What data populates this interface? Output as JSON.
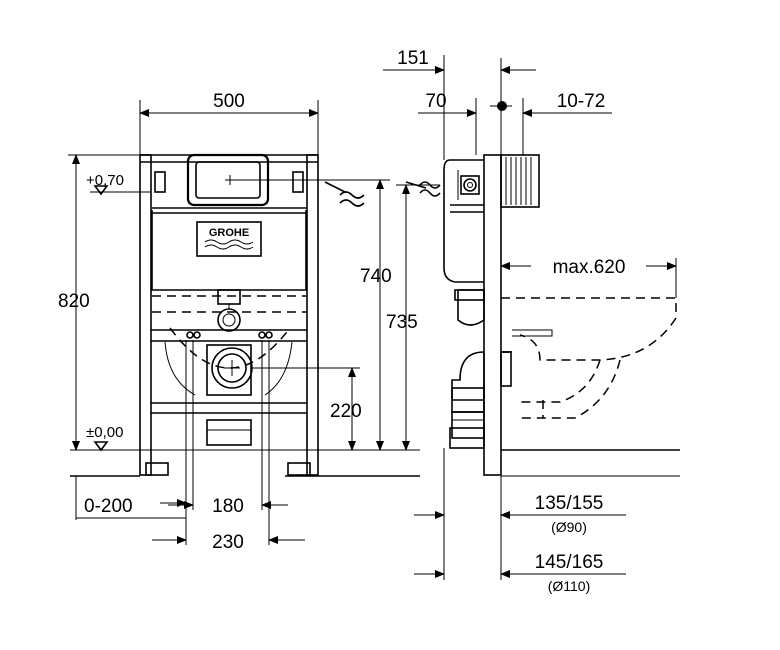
{
  "brand": "GROHE",
  "front_view": {
    "dim_width": "500",
    "dim_height": "820",
    "level_top": "+0,70",
    "level_floor": "±0,00",
    "dim_flush_height": "740",
    "dim_outlet_height": "220",
    "dim_feet_offset": "0-200",
    "dim_outlet_spacing": "180",
    "dim_foot_spacing": "230"
  },
  "side_view": {
    "dim_depth_total": "151",
    "dim_depth_cistern": "70",
    "dim_supply_offset": "10-72",
    "dim_bowl_projection": "max.620",
    "dim_supply_height": "735",
    "dim_pipe_d90": "135/155",
    "dim_pipe_d90_note": "(Ø90)",
    "dim_pipe_d110": "145/165",
    "dim_pipe_d110_note": "(Ø110)"
  }
}
